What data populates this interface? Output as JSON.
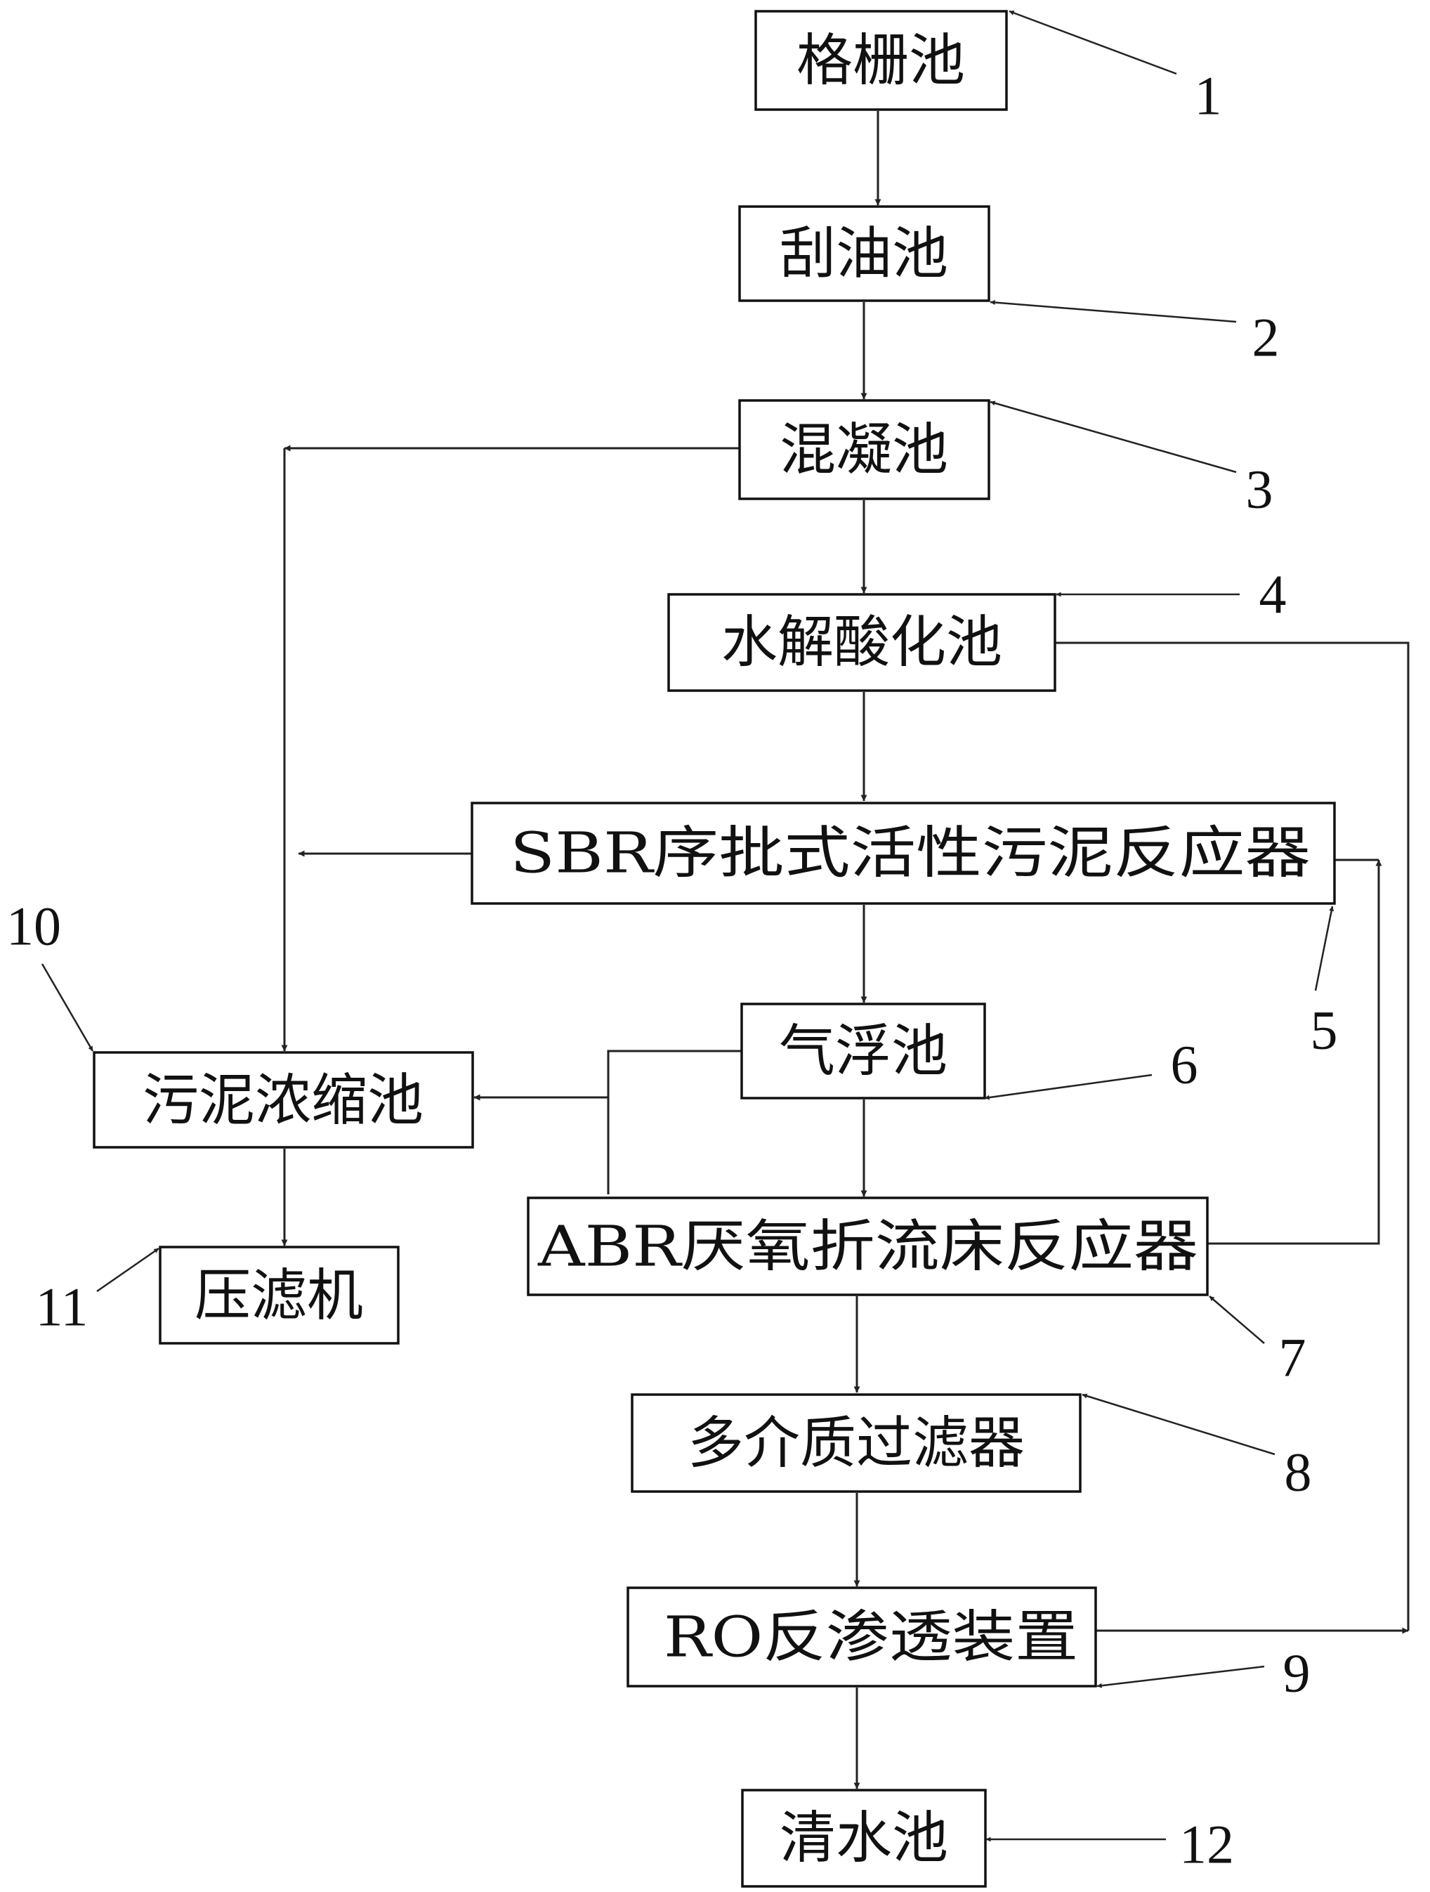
{
  "nodes": {
    "grille_tank": {
      "label": "格栅池",
      "ref": "1"
    },
    "oil_scraping_tank": {
      "label": "刮油池",
      "ref": "2"
    },
    "coagulation_tank": {
      "label": "混凝池",
      "ref": "3"
    },
    "hydrolysis_acidification_tank": {
      "label": "水解酸化池",
      "ref": "4"
    },
    "sbr_reactor": {
      "label": "SBR序批式活性污泥反应器",
      "ref": "5"
    },
    "air_flotation_tank": {
      "label": "气浮池",
      "ref": "6"
    },
    "abr_reactor": {
      "label": "ABR厌氧折流床反应器",
      "ref": "7"
    },
    "multimedia_filter": {
      "label": "多介质过滤器",
      "ref": "8"
    },
    "ro_unit": {
      "label": "RO反渗透装置",
      "ref": "9"
    },
    "sludge_thickener": {
      "label": "污泥浓缩池",
      "ref": "10"
    },
    "filter_press": {
      "label": "压滤机",
      "ref": "11"
    },
    "clear_water_tank": {
      "label": "清水池",
      "ref": "12"
    }
  }
}
